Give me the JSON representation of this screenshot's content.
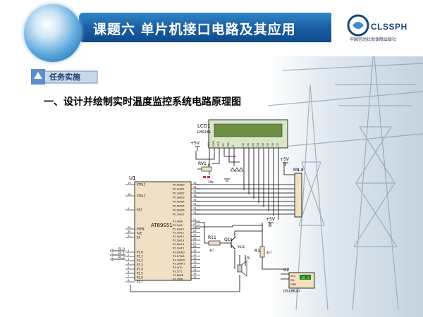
{
  "header": {
    "title": "课题六    单片机接口电路及其应用",
    "logo_text": "CLSSPH",
    "logo_subtitle": "中国劳动社会保障出版社"
  },
  "task_badge": "任务实施",
  "heading": "一、设计并绘制实时温度监控系统电路原理图",
  "schematic": {
    "lcd": {
      "ref": "LCD1",
      "model": "LM016L",
      "pins": [
        "VSS",
        "VDD",
        "VEE",
        "RS",
        "RW",
        "E",
        "D0",
        "D1",
        "D2",
        "D3",
        "D4",
        "D5",
        "D6",
        "D7"
      ]
    },
    "mcu": {
      "ref": "U1",
      "model": "AT89S51",
      "left_pins": [
        {
          "num": "19",
          "name": "XTAL1"
        },
        {
          "num": "18",
          "name": "XTAL2"
        },
        {
          "num": "9",
          "name": "RST"
        },
        {
          "num": "29",
          "name": "PSEN"
        },
        {
          "num": "30",
          "name": "ALE"
        },
        {
          "num": "31",
          "name": "EA"
        },
        {
          "num": "1",
          "name": "P1.0"
        },
        {
          "num": "2",
          "name": "P1.1"
        },
        {
          "num": "3",
          "name": "P1.2"
        },
        {
          "num": "4",
          "name": "P1.3"
        },
        {
          "num": "5",
          "name": "P1.4"
        },
        {
          "num": "6",
          "name": "P1.5"
        },
        {
          "num": "7",
          "name": "P1.6"
        },
        {
          "num": "8",
          "name": "P1.7"
        }
      ],
      "right_pins": [
        {
          "num": "39",
          "name": "P0.0/AD0"
        },
        {
          "num": "38",
          "name": "P0.1/AD1"
        },
        {
          "num": "37",
          "name": "P0.2/AD2"
        },
        {
          "num": "36",
          "name": "P0.3/AD3"
        },
        {
          "num": "35",
          "name": "P0.4/AD4"
        },
        {
          "num": "34",
          "name": "P0.5/AD5"
        },
        {
          "num": "33",
          "name": "P0.6/AD6"
        },
        {
          "num": "32",
          "name": "P0.7/AD7"
        },
        {
          "num": "21",
          "name": "P2.0/A8"
        },
        {
          "num": "22",
          "name": "P2.1/A9"
        },
        {
          "num": "23",
          "name": "P2.2/A10"
        },
        {
          "num": "24",
          "name": "P2.3/A11"
        },
        {
          "num": "25",
          "name": "P2.4/A12"
        },
        {
          "num": "26",
          "name": "P2.5/A13"
        },
        {
          "num": "27",
          "name": "P2.6/A14"
        },
        {
          "num": "28",
          "name": "P2.7/A15"
        },
        {
          "num": "10",
          "name": "P3.0/RXD"
        },
        {
          "num": "11",
          "name": "P3.1/TXD"
        },
        {
          "num": "12",
          "name": "P3.2/INT0"
        },
        {
          "num": "13",
          "name": "P3.3/INT1"
        },
        {
          "num": "14",
          "name": "P3.4/T0"
        },
        {
          "num": "15",
          "name": "P3.5/T1"
        },
        {
          "num": "16",
          "name": "P3.6/WR"
        },
        {
          "num": "17",
          "name": "P3.7/RD"
        }
      ]
    },
    "vcc_label": "+5V",
    "rv1": "RV1",
    "rv1_value": "10K",
    "rn": "RN-8",
    "r11": "R11",
    "r11_value": "4k7",
    "q1": "Q1",
    "q1_model": "9012",
    "r1": "R1",
    "r1_value": "4k7",
    "ls": "LS",
    "u2": "U2",
    "u2_model": "DS18B20",
    "u2_pins": [
      "VCC",
      "DQ",
      "GND"
    ],
    "u2_display": "26.0",
    "p1_labels": [
      "P1.0",
      "P1.1",
      "P1.2"
    ]
  }
}
